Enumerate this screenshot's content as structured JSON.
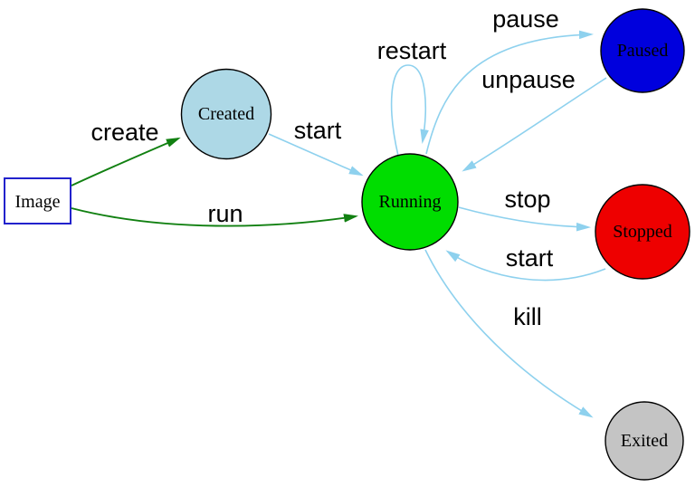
{
  "diagram": {
    "type": "state-diagram",
    "background": "#ffffff"
  },
  "nodes": [
    {
      "id": "image",
      "label": "Image",
      "shape": "rectangle",
      "fill": "#ffffff",
      "stroke": "#2222cc"
    },
    {
      "id": "created",
      "label": "Created",
      "shape": "circle",
      "fill": "#add8e6",
      "stroke": "#000000"
    },
    {
      "id": "running",
      "label": "Running",
      "shape": "circle",
      "fill": "#00dd00",
      "stroke": "#000000"
    },
    {
      "id": "paused",
      "label": "Paused",
      "shape": "circle",
      "fill": "#0000dd",
      "stroke": "#000000"
    },
    {
      "id": "stopped",
      "label": "Stopped",
      "shape": "circle",
      "fill": "#ee0000",
      "stroke": "#000000"
    },
    {
      "id": "exited",
      "label": "Exited",
      "shape": "circle",
      "fill": "#c4c4c4",
      "stroke": "#000000"
    }
  ],
  "edges": [
    {
      "label": "create",
      "from": "image",
      "to": "running-created",
      "color": "#118011"
    },
    {
      "label": "run",
      "from": "image",
      "to": "running",
      "color": "#118011"
    },
    {
      "label": "start",
      "from": "created",
      "to": "running",
      "color": "#8ed1ee"
    },
    {
      "label": "restart",
      "from": "running",
      "to": "running",
      "color": "#8ed1ee"
    },
    {
      "label": "pause",
      "from": "running",
      "to": "paused",
      "color": "#8ed1ee"
    },
    {
      "label": "unpause",
      "from": "paused",
      "to": "running",
      "color": "#8ed1ee"
    },
    {
      "label": "stop",
      "from": "running",
      "to": "stopped",
      "color": "#8ed1ee"
    },
    {
      "label": "start",
      "from": "stopped",
      "to": "running",
      "color": "#8ed1ee"
    },
    {
      "label": "kill",
      "from": "running",
      "to": "exited",
      "color": "#8ed1ee"
    }
  ]
}
